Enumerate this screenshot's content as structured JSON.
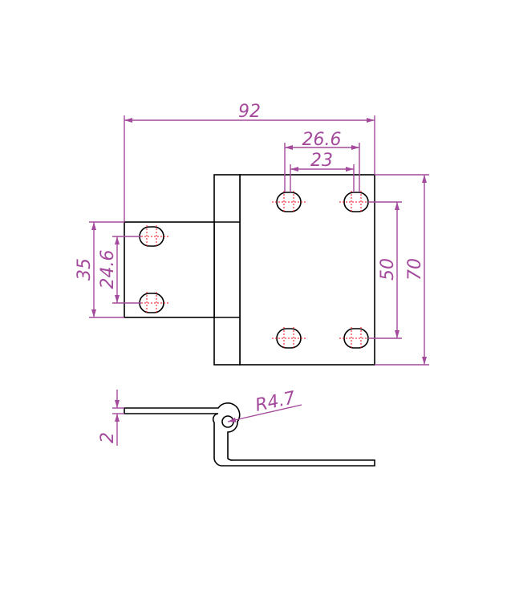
{
  "colors": {
    "outline": "#000000",
    "dimension": "#a44a9c",
    "centerline": "#e8121a",
    "background": "#ffffff"
  },
  "dimensions": {
    "overall_width": "92",
    "hole_pitch_outer": "26.6",
    "hole_pitch_inner": "23",
    "left_leaf_height": "35",
    "left_hole_spacing": "24.6",
    "right_hole_spacing": "50",
    "right_leaf_height": "70",
    "thickness": "2",
    "knuckle_radius": "R4.7"
  }
}
